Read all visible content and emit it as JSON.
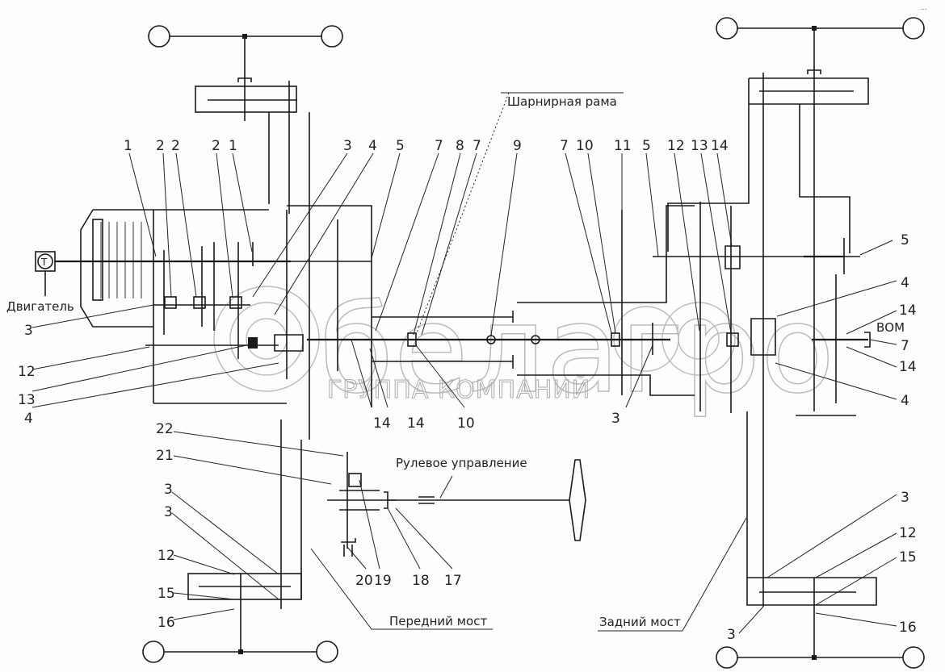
{
  "diagram": {
    "title": "Кинематическая схема трансмиссии",
    "captions": {
      "engine": "Двигатель",
      "engine_symbol": "T",
      "articulated_frame": "Шарнирная рама",
      "steering": "Рулевое управление",
      "front_axle": "Передний мост",
      "rear_axle": "Задний мост",
      "pto": "ВОМ"
    },
    "watermark": {
      "logo": "белагро",
      "subtitle": "ГРУППА КОМПАНИЙ"
    },
    "corner_mark": "..."
  },
  "callouts": {
    "top_left": [
      "1",
      "2",
      "2",
      "2",
      "1",
      "3",
      "4",
      "5"
    ],
    "top_middle": [
      "7",
      "8",
      "7",
      "9",
      "7",
      "10",
      "11",
      "5",
      "12",
      "13",
      "14"
    ],
    "left_side": [
      "3",
      "12",
      "13",
      "4"
    ],
    "middle_bottom": [
      "14",
      "14",
      "10",
      "3"
    ],
    "right_side": [
      "5",
      "4",
      "14",
      "7",
      "14",
      "4"
    ],
    "steering": [
      "22",
      "21",
      "20",
      "19",
      "18",
      "17"
    ],
    "front_axle_left": [
      "3",
      "3",
      "12",
      "15",
      "16"
    ],
    "rear_axle_right": [
      "3",
      "12",
      "15",
      "3",
      "16"
    ]
  }
}
